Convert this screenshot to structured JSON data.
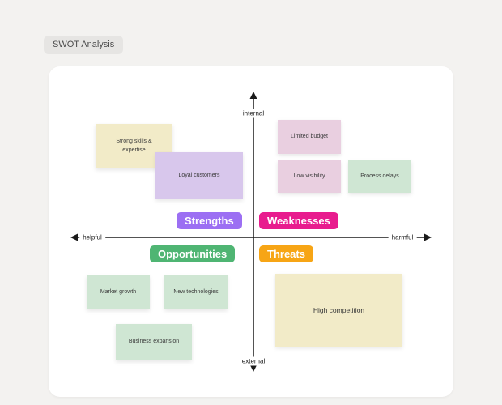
{
  "badge": {
    "label": "SWOT Analysis"
  },
  "axes": {
    "internal": "internal",
    "external": "external",
    "helpful": "helpful",
    "harmful": "harmful",
    "line_color": "#1a1a1a"
  },
  "quadrant_labels": [
    {
      "id": "strengths",
      "label": "Strengths",
      "color": "#9c6ff3"
    },
    {
      "id": "weaknesses",
      "label": "Weaknesses",
      "color": "#e81c8e"
    },
    {
      "id": "opportunities",
      "label": "Opportunities",
      "color": "#4fb573"
    },
    {
      "id": "threats",
      "label": "Threats",
      "color": "#f7a515"
    }
  ],
  "notes": [
    {
      "id": "strong-skills",
      "text": "Strong skills & expertise",
      "color": "#f2ebc8"
    },
    {
      "id": "loyal-customers",
      "text": "Loyal customers",
      "color": "#d8c7ec"
    },
    {
      "id": "limited-budget",
      "text": "Limited budget",
      "color": "#e9cfe0"
    },
    {
      "id": "low-visibility",
      "text": "Low visibility",
      "color": "#e9cfe0"
    },
    {
      "id": "process-delays",
      "text": "Process delays",
      "color": "#cfe6d3"
    },
    {
      "id": "market-growth",
      "text": "Market growth",
      "color": "#cfe6d3"
    },
    {
      "id": "new-technologies",
      "text": "New technologies",
      "color": "#cfe6d3"
    },
    {
      "id": "business-expansion",
      "text": "Business expansion",
      "color": "#cfe6d3"
    },
    {
      "id": "high-competition",
      "text": "High competition",
      "color": "#f2ebc8"
    }
  ]
}
